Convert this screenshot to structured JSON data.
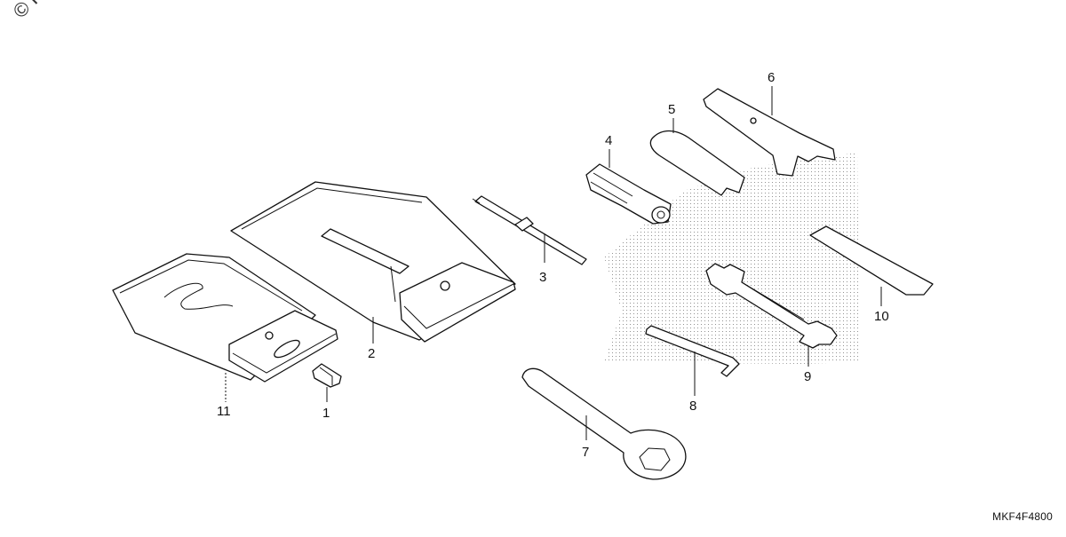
{
  "watermark": "© Pa",
  "diagram_code": "MKF4F4800",
  "callouts": {
    "c1": "1",
    "c2": "2",
    "c3": "3",
    "c4": "4",
    "c5": "5",
    "c6": "6",
    "c7": "7",
    "c8": "8",
    "c9": "9",
    "c10": "10",
    "c11": "11"
  }
}
